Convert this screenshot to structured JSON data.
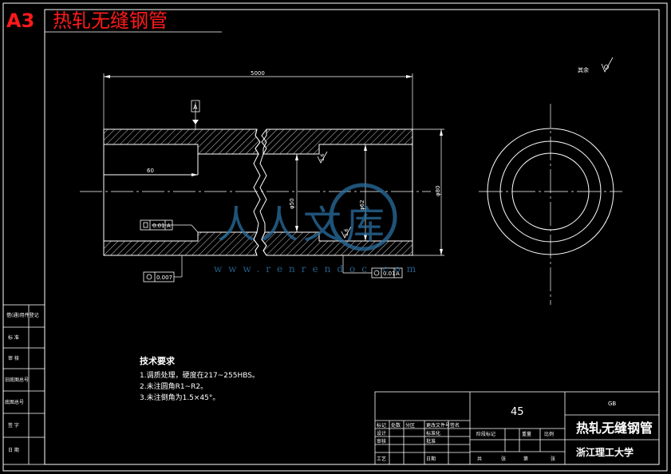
{
  "header": {
    "sheet_size": "A3",
    "title": "热轧无缝钢管"
  },
  "dims": {
    "length": "5000",
    "bore_len": "60",
    "inner_dia": "φ50",
    "mid_dia": "φ62",
    "outer_dia": "φ80"
  },
  "tolerances": {
    "flatness": "0.01",
    "flatness_ref": "A",
    "cylindricity": "0.007",
    "runout": "0.01",
    "runout_ref": "A",
    "datum": "A"
  },
  "roughness": {
    "r1": "1.6",
    "r2": "1.6",
    "other_label": "其余"
  },
  "tech_req": {
    "heading": "技术要求",
    "items": [
      "1.调质处理，硬度在217~255HBS。",
      "2.未注圆角R1~R2。",
      "3.未注倒角为1.5×45°。"
    ]
  },
  "left_strip": [
    "借(通)用件登记",
    "标 准",
    "审 核",
    "旧底图总号",
    "底图总号",
    "签 字",
    "日 期"
  ],
  "title_block": {
    "material": "45",
    "part_name": "热轧无缝钢管",
    "school": "浙江理工大学",
    "code": "GB",
    "labels": {
      "mark": "标记",
      "count": "处数",
      "zone": "分区",
      "change_no": "更改文件号",
      "sign": "签名",
      "date": "年月日",
      "design": "设计",
      "standardize": "标准化",
      "check": "审核",
      "process": "工艺",
      "approve": "批准",
      "date2": "日期",
      "stage": "阶段标记",
      "weight": "重量",
      "scale": "比例",
      "total": "共",
      "sheets": "张",
      "sheet_no": "第",
      "sheet_unit": "张"
    }
  },
  "watermark": {
    "url": "www.renrendoc.com",
    "chars": "人人文库"
  }
}
